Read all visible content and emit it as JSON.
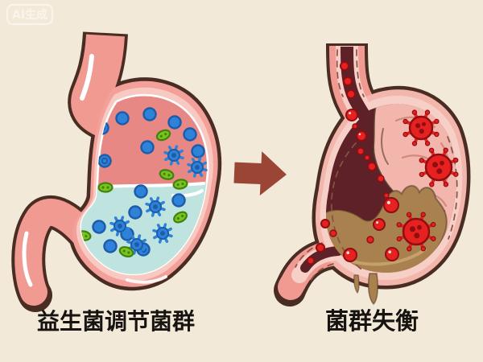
{
  "watermark": {
    "text": "AI生成"
  },
  "arrow": {
    "direction": "right"
  },
  "left_panel": {
    "caption": "益生菌调节菌群",
    "meaning": "probiotics regulate gut flora",
    "bacteria": {
      "upper_blue_dots": [
        [
          152,
          147,
          0
        ],
        [
          186,
          142,
          0
        ],
        [
          217,
          152,
          0
        ],
        [
          236,
          167,
          0
        ],
        [
          127,
          159,
          1
        ],
        [
          183,
          183,
          0
        ],
        [
          130,
          200,
          1
        ],
        [
          246,
          188,
          0
        ]
      ],
      "upper_gears": [
        [
          216,
          193
        ],
        [
          245,
          208
        ]
      ],
      "upper_green_ovals": [
        [
          203,
          168,
          -25
        ],
        [
          207,
          217,
          15
        ],
        [
          224,
          229,
          -10
        ]
      ],
      "lower_blue_dots": [
        [
          175,
          238,
          0
        ],
        [
          222,
          249,
          0
        ],
        [
          168,
          264,
          0
        ],
        [
          123,
          282,
          0
        ],
        [
          137,
          306,
          0
        ],
        [
          178,
          310,
          1
        ],
        [
          158,
          291,
          0
        ]
      ],
      "lower_gears": [
        [
          193,
          257
        ],
        [
          149,
          281
        ],
        [
          202,
          290
        ],
        [
          170,
          304
        ]
      ],
      "lower_green_ovals": [
        [
          104,
          293,
          10
        ],
        [
          224,
          270,
          -30
        ],
        [
          157,
          313,
          20
        ],
        [
          131,
          233,
          0
        ]
      ]
    }
  },
  "right_panel": {
    "caption": "菌群失衡",
    "meaning": "flora imbalance",
    "red_dots": [
      [
        428,
        82,
        5
      ],
      [
        432,
        101,
        5
      ],
      [
        436,
        117,
        5
      ],
      [
        437,
        143,
        7
      ],
      [
        449,
        169,
        6
      ],
      [
        448,
        188,
        4
      ],
      [
        441,
        157,
        3
      ],
      [
        456,
        196,
        3
      ],
      [
        462,
        207,
        5
      ],
      [
        473,
        222,
        4
      ],
      [
        480,
        243,
        3
      ],
      [
        486,
        255,
        9
      ],
      [
        471,
        279,
        7
      ],
      [
        460,
        298,
        4
      ],
      [
        435,
        317,
        8
      ],
      [
        487,
        316,
        8
      ],
      [
        404,
        278,
        5
      ],
      [
        414,
        290,
        4
      ],
      [
        398,
        308,
        5
      ],
      [
        386,
        324,
        4
      ]
    ],
    "viruses": [
      [
        523,
        159,
        14
      ],
      [
        545,
        208,
        16
      ],
      [
        517,
        288,
        16
      ]
    ]
  },
  "palette": {
    "background": "#f2e9d8",
    "outline": "#4a2d22",
    "pink_wall": "#f09a91",
    "pink_body": "#f2a099",
    "pink_inner_rim": "#f8c9c0",
    "salmon_interior": "#e88885",
    "liquid_teal": "#bfe4df",
    "probiotic_blue": "#2e83d8",
    "probiotic_blue_dark": "#1d5cab",
    "probiotic_green": "#79c31f",
    "probiotic_green_dark": "#41820f",
    "maroon_interior": "#5e2127",
    "pale_wall": "#f6cfc6",
    "lumpy_pink": "#f3b6ad",
    "wrinkle": "#d08a7e",
    "dash": "#8a5245",
    "sludge_brown": "#a8814e",
    "sludge_light": "#c6a36e",
    "virus_red": "#e6211f",
    "virus_dark": "#8e0e12",
    "arrow": "#9a4536",
    "text": "#161310"
  }
}
